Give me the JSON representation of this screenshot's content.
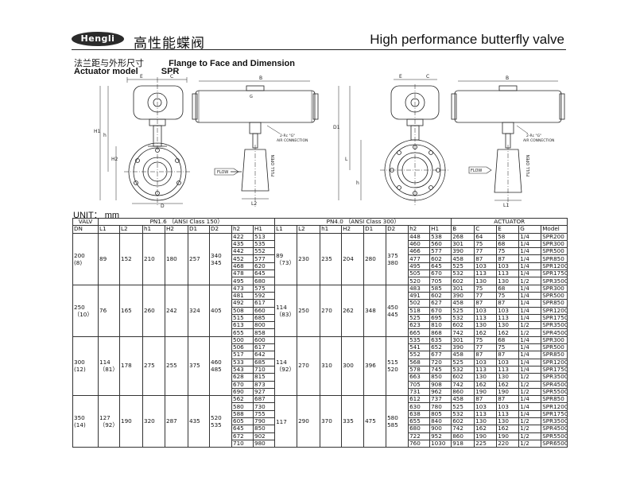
{
  "header": {
    "logo": "Hengli",
    "title_cn": "高性能蝶阀",
    "title_en": "High performance butterfly valve"
  },
  "subtitle": {
    "cn": "法兰距与外形尺寸",
    "en": "Flange to Face and Dimension",
    "actuator_label": "Actuator model",
    "actuator_value": "SPR"
  },
  "drawing": {
    "label_E": "E",
    "label_C": "C",
    "label_B": "B",
    "label_G": "G",
    "label_H1": "H1",
    "label_H2": "H2",
    "label_h": "h",
    "label_D": "D",
    "label_D1": "D1",
    "label_L": "L",
    "label_L1": "L1",
    "label_L2": "L2",
    "air_conn_1": "2-Rc \"G\"",
    "air_conn_2": "AIR CONNECTION",
    "flow": "FLOW",
    "full_open": "FULL OPEN"
  },
  "unit": "UNIT： mm",
  "table": {
    "h_valve": "VALV",
    "h_pn16": "PN1.6 （ANSI Class 150）",
    "h_pn40": "PN4.0 （ANSI Class 300）",
    "h_actuator": "ACTUATOR",
    "cols": [
      "DN",
      "L1",
      "L2",
      "h1",
      "H2",
      "D1",
      "D2",
      "h2",
      "H1",
      "L1",
      "L2",
      "h1",
      "H2",
      "D1",
      "D2",
      "h2",
      "H1",
      "B",
      "C",
      "E",
      "G",
      "Model"
    ],
    "groups": [
      {
        "dn": "200",
        "dn_in": "(8)",
        "pn16": {
          "L1": "89",
          "L2": "152",
          "h1": "210",
          "H2": "180",
          "D1": "257",
          "D2": "340",
          "D2b": "345"
        },
        "pn16_rows": [
          [
            "422",
            "513"
          ],
          [
            "435",
            "535"
          ],
          [
            "442",
            "552"
          ],
          [
            "452",
            "577"
          ],
          [
            "468",
            "620"
          ],
          [
            "478",
            "645"
          ],
          [
            "495",
            "680"
          ]
        ],
        "pn40": {
          "L1": "89",
          "L1b": "（73）",
          "L2": "230",
          "h1": "235",
          "H2": "204",
          "D1": "280",
          "D2": "375",
          "D2b": "380"
        },
        "pn40_rows": [
          [
            "448",
            "538",
            "268",
            "64",
            "58",
            "1/4",
            "SPR200"
          ],
          [
            "460",
            "560",
            "301",
            "75",
            "68",
            "1/4",
            "SPR300"
          ],
          [
            "466",
            "577",
            "390",
            "77",
            "75",
            "1/4",
            "SPR500"
          ],
          [
            "477",
            "602",
            "458",
            "87",
            "87",
            "1/4",
            "SPR850"
          ],
          [
            "495",
            "645",
            "525",
            "103",
            "103",
            "1/4",
            "SPR1200"
          ],
          [
            "505",
            "670",
            "532",
            "113",
            "113",
            "1/4",
            "SPR1750"
          ],
          [
            "520",
            "705",
            "602",
            "130",
            "130",
            "1/2",
            "SPR3500"
          ]
        ]
      },
      {
        "dn": "250",
        "dn_in": "（10）",
        "pn16": {
          "L1": "76",
          "L2": "165",
          "h1": "260",
          "H2": "242",
          "D1": "324",
          "D2": "405",
          "D2b": ""
        },
        "pn16_rows": [
          [
            "473",
            "575"
          ],
          [
            "481",
            "592"
          ],
          [
            "492",
            "617"
          ],
          [
            "508",
            "660"
          ],
          [
            "515",
            "685"
          ],
          [
            "613",
            "800"
          ],
          [
            "655",
            "858"
          ]
        ],
        "pn40": {
          "L1": "114",
          "L1b": "（83）",
          "L2": "250",
          "h1": "270",
          "H2": "262",
          "D1": "348",
          "D2": "450",
          "D2b": "445"
        },
        "pn40_rows": [
          [
            "483",
            "585",
            "301",
            "75",
            "68",
            "1/4",
            "SPR300"
          ],
          [
            "491",
            "602",
            "390",
            "77",
            "75",
            "1/4",
            "SPR500"
          ],
          [
            "502",
            "627",
            "458",
            "87",
            "87",
            "1/4",
            "SPR850"
          ],
          [
            "518",
            "670",
            "525",
            "103",
            "103",
            "1/4",
            "SPR1200"
          ],
          [
            "525",
            "695",
            "532",
            "113",
            "113",
            "1/4",
            "SPR1750"
          ],
          [
            "623",
            "810",
            "602",
            "130",
            "130",
            "1/2",
            "SPR3500"
          ],
          [
            "665",
            "868",
            "742",
            "162",
            "162",
            "1/2",
            "SPR4500"
          ]
        ]
      },
      {
        "dn": "300",
        "dn_in": "(12)",
        "pn16": {
          "L1": "114",
          "L1b": "（81）",
          "L2": "178",
          "h1": "275",
          "H2": "255",
          "D1": "375",
          "D2": "460",
          "D2b": "485"
        },
        "pn16_rows": [
          [
            "500",
            "600"
          ],
          [
            "506",
            "617"
          ],
          [
            "517",
            "642"
          ],
          [
            "533",
            "685"
          ],
          [
            "543",
            "710"
          ],
          [
            "628",
            "815"
          ],
          [
            "670",
            "873"
          ],
          [
            "690",
            "927"
          ]
        ],
        "pn40": {
          "L1": "114",
          "L1b": "（92）",
          "L2": "270",
          "h1": "310",
          "H2": "300",
          "D1": "396",
          "D2": "515",
          "D2b": "520"
        },
        "pn40_rows": [
          [
            "535",
            "635",
            "301",
            "75",
            "68",
            "1/4",
            "SPR300"
          ],
          [
            "541",
            "652",
            "390",
            "77",
            "75",
            "1/4",
            "SPR500"
          ],
          [
            "552",
            "677",
            "458",
            "87",
            "87",
            "1/4",
            "SPR850"
          ],
          [
            "568",
            "720",
            "525",
            "103",
            "103",
            "1/4",
            "SPR1200"
          ],
          [
            "578",
            "745",
            "532",
            "113",
            "113",
            "1/4",
            "SPR1750"
          ],
          [
            "663",
            "850",
            "602",
            "130",
            "130",
            "1/2",
            "SPR3500"
          ],
          [
            "705",
            "908",
            "742",
            "162",
            "162",
            "1/2",
            "SPR4500"
          ],
          [
            "731",
            "962",
            "860",
            "190",
            "190",
            "1/2",
            "SPR5500"
          ]
        ]
      },
      {
        "dn": "350",
        "dn_in": "(14)",
        "pn16": {
          "L1": "127",
          "L1b": "（92）",
          "L2": "190",
          "h1": "320",
          "H2": "287",
          "D1": "435",
          "D2": "520",
          "D2b": "535"
        },
        "pn16_rows": [
          [
            "562",
            "687"
          ],
          [
            "580",
            "730"
          ],
          [
            "588",
            "755"
          ],
          [
            "605",
            "790"
          ],
          [
            "645",
            "850"
          ],
          [
            "672",
            "902"
          ],
          [
            "710",
            "980"
          ]
        ],
        "pn40": {
          "L1": "117",
          "L1b": "",
          "L2": "290",
          "h1": "370",
          "H2": "335",
          "D1": "475",
          "D2": "580",
          "D2b": "585"
        },
        "pn40_rows": [
          [
            "612",
            "737",
            "458",
            "87",
            "87",
            "1/4",
            "SPR850"
          ],
          [
            "630",
            "780",
            "525",
            "103",
            "103",
            "1/4",
            "SPR1200"
          ],
          [
            "638",
            "805",
            "532",
            "113",
            "113",
            "1/4",
            "SPR1750"
          ],
          [
            "655",
            "840",
            "602",
            "130",
            "130",
            "1/2",
            "SPR3500"
          ],
          [
            "680",
            "900",
            "742",
            "162",
            "162",
            "1/2",
            "SPR4500"
          ],
          [
            "722",
            "952",
            "860",
            "190",
            "190",
            "1/2",
            "SPR5500"
          ],
          [
            "760",
            "1030",
            "918",
            "225",
            "220",
            "1/2",
            "SPR6500"
          ]
        ]
      }
    ]
  }
}
